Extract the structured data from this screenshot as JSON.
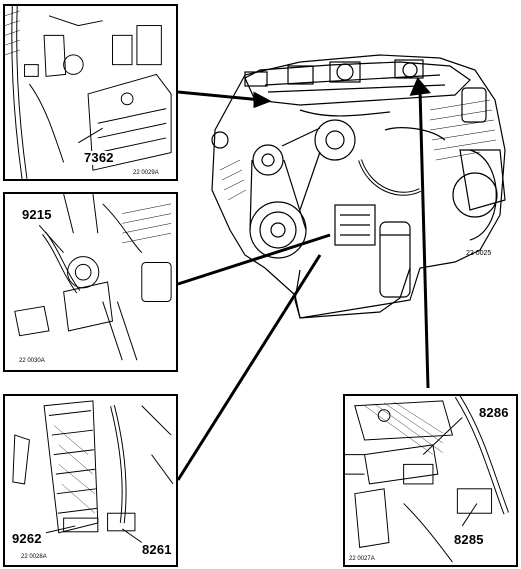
{
  "panels": {
    "top_left": {
      "callout": "7362",
      "ref": "22 0029A"
    },
    "middle_left": {
      "callout": "9215",
      "ref": "22 0030A"
    },
    "bottom_left": {
      "callout_a": "9262",
      "callout_b": "8261",
      "ref": "22 0028A"
    },
    "bottom_right": {
      "callout_a": "8286",
      "callout_b": "8285",
      "ref": "22 0027A"
    }
  },
  "engine": {
    "ref": "22 0025"
  }
}
